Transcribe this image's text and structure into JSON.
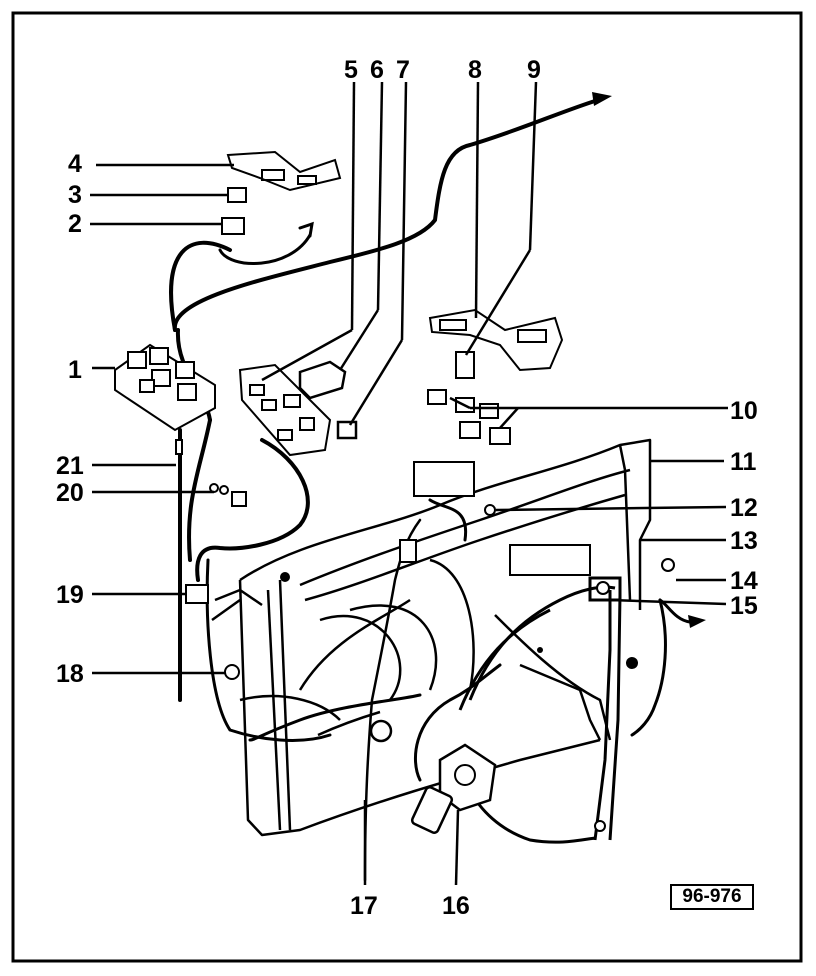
{
  "diagram": {
    "callouts": [
      {
        "id": "1",
        "text": "1"
      },
      {
        "id": "2",
        "text": "2"
      },
      {
        "id": "3",
        "text": "3"
      },
      {
        "id": "4",
        "text": "4"
      },
      {
        "id": "5",
        "text": "5"
      },
      {
        "id": "6",
        "text": "6"
      },
      {
        "id": "7",
        "text": "7"
      },
      {
        "id": "8",
        "text": "8"
      },
      {
        "id": "9",
        "text": "9"
      },
      {
        "id": "10",
        "text": "10"
      },
      {
        "id": "11",
        "text": "11"
      },
      {
        "id": "12",
        "text": "12"
      },
      {
        "id": "13",
        "text": "13"
      },
      {
        "id": "14",
        "text": "14"
      },
      {
        "id": "15",
        "text": "15"
      },
      {
        "id": "16",
        "text": "16"
      },
      {
        "id": "17",
        "text": "17"
      },
      {
        "id": "18",
        "text": "18"
      },
      {
        "id": "19",
        "text": "19"
      },
      {
        "id": "20",
        "text": "20"
      },
      {
        "id": "21",
        "text": "21"
      }
    ],
    "figure_code": "96-976"
  },
  "colors": {
    "ink": "#000000",
    "paper": "#ffffff"
  }
}
